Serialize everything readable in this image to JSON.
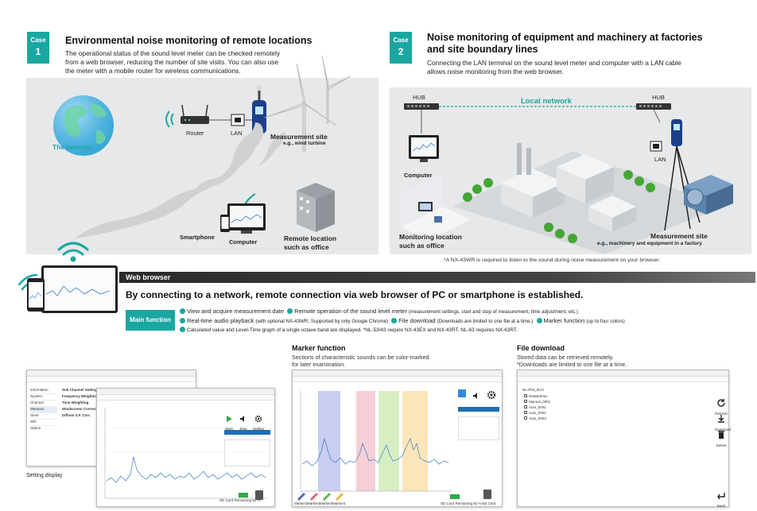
{
  "case1": {
    "badge_word": "Case",
    "badge_num": "1",
    "title": "Environmental noise monitoring of remote locations",
    "desc1": "The operational status of the sound level meter can be checked remotely",
    "desc2": "from a web browser, reducing the number of site visits. You can also use",
    "desc3": "the meter with a mobile router for wireless communications.",
    "labels": {
      "internet": "The Internet",
      "router": "Router",
      "lan": "LAN",
      "site": "Measurement site",
      "site_sub": "e.g., wind turbine",
      "smartphone": "Smartphone",
      "computer": "Computer",
      "remote1": "Remote location",
      "remote2": "such as office"
    }
  },
  "case2": {
    "badge_word": "Case",
    "badge_num": "2",
    "title1": "Noise monitoring of equipment and machinery at factories",
    "title2": "and site boundary lines",
    "desc1": "Connecting the LAN terminal on the sound level meter and computer with a LAN cable",
    "desc2": "allows noise monitoring from the web browser.",
    "labels": {
      "hub_left": "HUB",
      "hub_right": "HUB",
      "local_network": "Local network",
      "computer": "Computer",
      "lan": "LAN",
      "monitoring1": "Monitoring location",
      "monitoring2": "such as office",
      "site": "Measurement site",
      "site_sub": "e.g., machinery and equipment in a factory"
    },
    "footnote": "*A NX-43WR is required to listen to the sound during noise measurement on your browser."
  },
  "web": {
    "banner": "Web browser",
    "headline": "By connecting to a network, remote connection via web browser of PC or smartphone is established.",
    "main_function": "Main function",
    "fn1a": "View and acquire measurement date",
    "fn1b": "Remote operation of the sound level meter",
    "fn1b_note": "(measurement settings, start and stop of measurement, time adjustment, etc.)",
    "fn2a": "Real-time audio playback",
    "fn2a_note": "(with optional NX-43WR, Supported by only Google Chrome)",
    "fn2b": "File download",
    "fn2b_note": "(Downloads are limited to one file at a time.)",
    "fn2c": "Marker function",
    "fn2c_note": "(up to four colors)",
    "fn3": "Calculated value and Level-Time graph of a single octave band are displayed. *NL-53/43 require NX-43EX and NX-43RT. NL-63 requires NX-63RT."
  },
  "screens": {
    "setting_caption": "Setting display",
    "marker_title": "Marker function",
    "marker_desc1": "Sections of characteristic sounds can be color-marked",
    "marker_desc2": "for later examination.",
    "download_title": "File download",
    "download_desc1": "Stored data can be retrieved remotely.",
    "download_desc2": "*Downloads are limited to one file at a time.",
    "menu_items": [
      "Information",
      "System",
      "Channel",
      "Measure",
      "Store",
      "Wifi",
      "Option"
    ],
    "setting_rows": [
      "Sub Channel Settings",
      "Frequency Weighting",
      "Time Weighting",
      "Windscreen Correction",
      "Diffuse S.F. Corr."
    ],
    "btn_start": "Start",
    "btn_stop": "Stop",
    "btn_setting": "Setting",
    "marker_labels": [
      "Marker1",
      "Marker2",
      "Marker3",
      "Marker4"
    ],
    "sd_text": "SD Card Remaining 82 %",
    "sd_label": "SD Card",
    "file_root": "NL-P04_0CH",
    "files": [
      "DataEntries",
      "Manual_0001",
      "Auto_0001",
      "Auto_0002",
      "Auto_0003"
    ],
    "side_refresh": "Refresh",
    "side_download": "Download",
    "side_delete": "Delete",
    "side_back": "Back"
  },
  "colors": {
    "accent": "#1aa7a1",
    "marker_blue": "#c9cdef",
    "marker_red": "#f6cfd6",
    "marker_green": "#d8efc4",
    "marker_yellow": "#fbe6b9"
  }
}
